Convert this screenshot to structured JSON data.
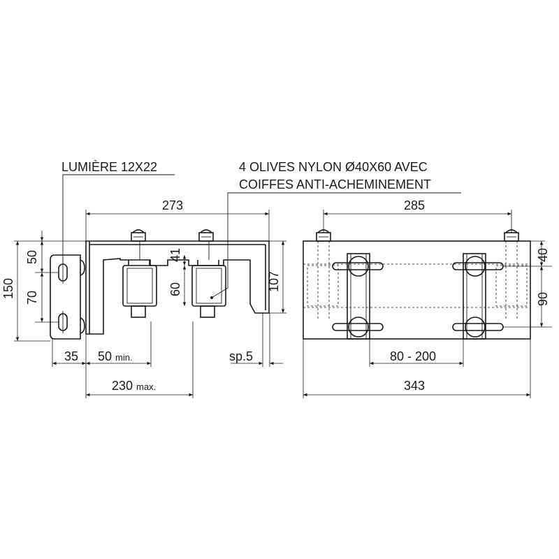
{
  "labels": {
    "slot": "LUMIÈRE 12X22",
    "rollers_line1": "4 OLIVES NYLON Ø40X60 AVEC",
    "rollers_line2": "COIFFES ANTI-ACHEMINEMENT"
  },
  "dimensions": {
    "left_view": {
      "width_top": "273",
      "height_total": "150",
      "slot_top": "50",
      "slot_spacing": "70",
      "gap_41": "41",
      "roller_60": "60",
      "height_107": "107",
      "offset_35": "35",
      "min_50": "50",
      "min_50_suffix": "min.",
      "thickness": "sp.5",
      "max_230": "230",
      "max_230_suffix": "max."
    },
    "right_view": {
      "width_top": "285",
      "height_40": "40",
      "height_90": "90",
      "range": "80 - 200",
      "width_total": "343"
    }
  },
  "colors": {
    "line": "#1a1a1a",
    "background": "#ffffff"
  }
}
